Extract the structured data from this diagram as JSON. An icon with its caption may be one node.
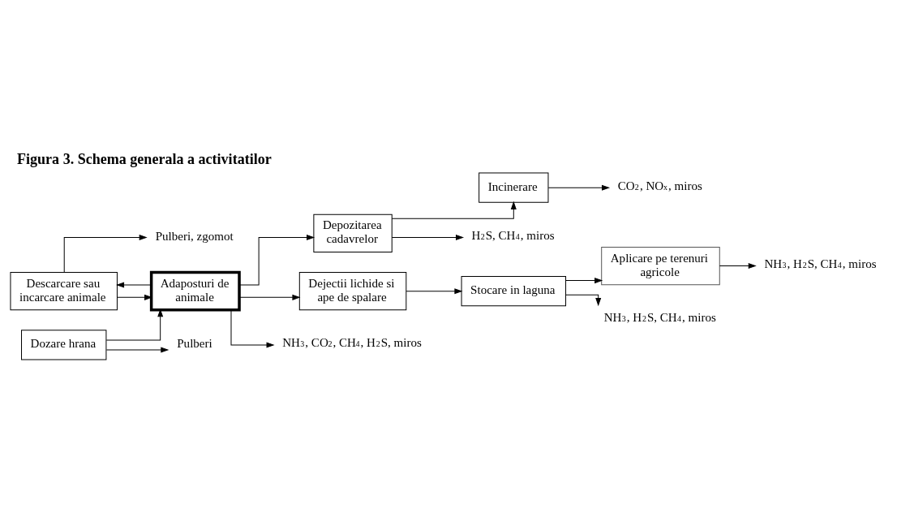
{
  "diagram": {
    "title": "Figura 3. Schema generala a activitatilor",
    "nodes": [
      {
        "text": [
          "Descarcare sau incarcare animale"
        ]
      },
      {
        "text": [
          "Adaposturi de animale"
        ]
      },
      {
        "text": [
          "Depozitarea cadavrelor"
        ]
      },
      {
        "text": [
          "Incinerare"
        ]
      },
      {
        "text": [
          "Dozare hrana"
        ]
      },
      {
        "text": [
          "Dejectii lichide si ape de spalare"
        ]
      },
      {
        "text": [
          "Stocare in laguna"
        ]
      },
      {
        "text": [
          "Aplicare pe terenuri agricole"
        ]
      },
      {
        "text": [
          "Pulberi, zgomot"
        ]
      },
      {
        "text": [
          "NH$_{3}$, CO$_{2}$, CH$_{4}$, H$_{2}$S, miros"
        ]
      },
      {
        "text": [
          "H$_{2}$S, CH$_{4}$, miros"
        ]
      },
      {
        "text": [
          "CO$_{2}$, NO$_{x}$, miros"
        ]
      },
      {
        "text": [
          "Pulberi"
        ]
      },
      {
        "text": [
          "NH$_{3}$, H$_{2}$S, CH$_{4}$, miros"
        ]
      },
      {
        "text": [
          "NH$_{3}$, H$_{2}$S, CH$_{4}$, miros"
        ]
      }
    ],
    "edges": [
      {
        "from": 0,
        "to": 8,
        "arrow": "to"
      },
      {
        "from": 0,
        "to": 1,
        "arrow": "to"
      },
      {
        "from": 1,
        "to": 0,
        "arrow": "to"
      },
      {
        "from": 1,
        "to": 9,
        "arrow": "to"
      },
      {
        "from": 4,
        "to": 1,
        "arrow": "to"
      },
      {
        "from": 4,
        "to": 12,
        "arrow": "to"
      },
      {
        "from": 1,
        "to": 2,
        "arrow": "to"
      },
      {
        "from": 2,
        "to": 10,
        "arrow": "to"
      },
      {
        "from": 2,
        "to": 3,
        "arrow": "to"
      },
      {
        "from": 3,
        "to": 11,
        "arrow": "to"
      },
      {
        "from": 1,
        "to": 5,
        "arrow": "to"
      },
      {
        "from": 5,
        "to": 6,
        "arrow": "to"
      },
      {
        "from": 6,
        "to": 13,
        "arrow": "to"
      },
      {
        "from": 6,
        "to": 7,
        "arrow": "to"
      },
      {
        "from": 7,
        "to": 14,
        "arrow": "to"
      }
    ]
  }
}
